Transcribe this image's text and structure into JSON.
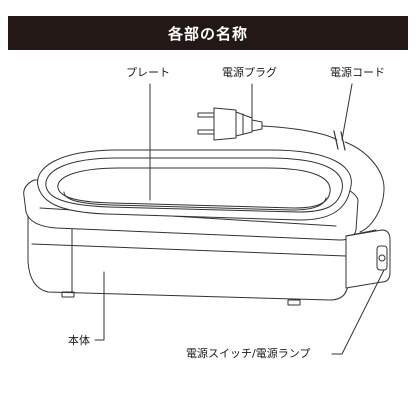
{
  "header": {
    "title": "各部の名称"
  },
  "labels": {
    "plate": "プレート",
    "power_plug": "電源プラグ",
    "power_cord": "電源コード",
    "body": "本体",
    "switch_lamp": "電源スイッチ/電源ランプ"
  },
  "colors": {
    "banner_bg": "#231815",
    "banner_text": "#ffffff",
    "line": "#333333"
  }
}
